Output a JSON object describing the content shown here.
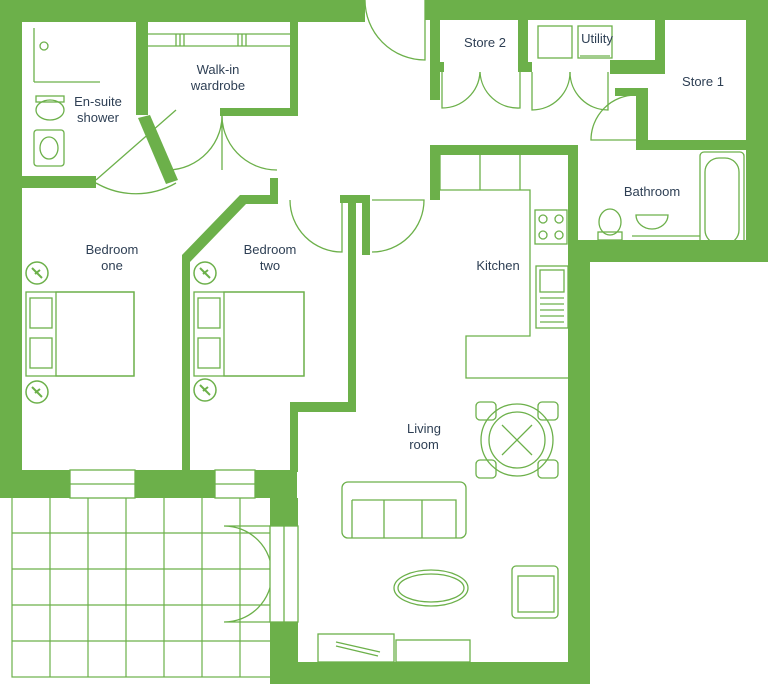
{
  "colors": {
    "wall": "#6cb04a",
    "line": "#6cb04a",
    "text": "#2e3f54",
    "background": "#ffffff"
  },
  "rooms": {
    "ensuite": "En-suite\nshower",
    "walkin": "Walk-in\nwardrobe",
    "store2": "Store 2",
    "utility": "Utility",
    "store1": "Store 1",
    "bathroom": "Bathroom",
    "bedroom1": "Bedroom\none",
    "bedroom2": "Bedroom\ntwo",
    "kitchen": "Kitchen",
    "living": "Living\nroom"
  },
  "icons": [
    "door-swing-icon",
    "bed-icon",
    "bedside-lamp-icon",
    "toilet-icon",
    "basin-icon",
    "shower-icon",
    "bath-icon",
    "hob-icon",
    "sink-icon",
    "dining-table-icon",
    "sofa-icon",
    "coffee-table-icon",
    "armchair-icon",
    "tv-unit-icon",
    "washing-machine-icon"
  ]
}
